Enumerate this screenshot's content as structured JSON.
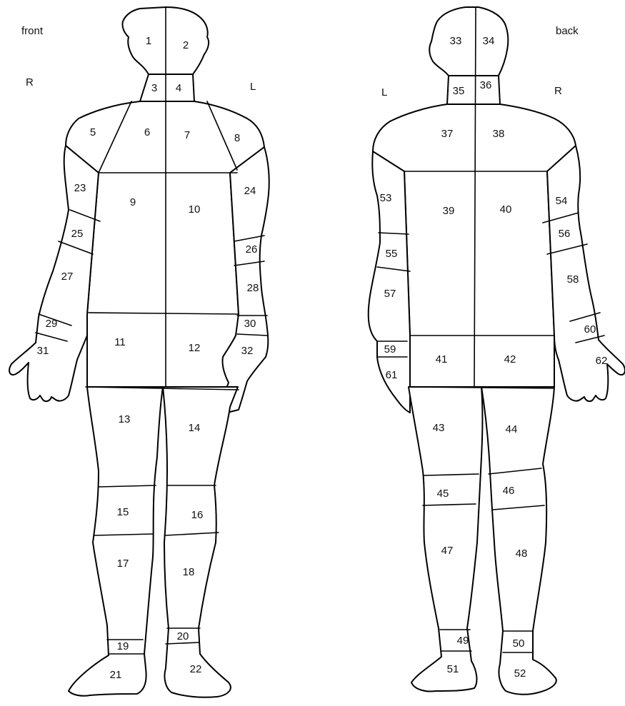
{
  "front": {
    "title": "front",
    "side_right": "R",
    "side_left": "L",
    "regions": [
      "1",
      "2",
      "3",
      "4",
      "5",
      "6",
      "7",
      "8",
      "9",
      "10",
      "11",
      "12",
      "13",
      "14",
      "15",
      "16",
      "17",
      "18",
      "19",
      "20",
      "21",
      "22",
      "23",
      "24",
      "25",
      "26",
      "27",
      "28",
      "29",
      "30",
      "31",
      "32"
    ]
  },
  "back": {
    "title": "back",
    "side_left": "L",
    "side_right": "R",
    "regions": [
      "33",
      "34",
      "35",
      "36",
      "37",
      "38",
      "39",
      "40",
      "41",
      "42",
      "43",
      "44",
      "45",
      "46",
      "47",
      "48",
      "49",
      "50",
      "51",
      "52",
      "53",
      "54",
      "55",
      "56",
      "57",
      "58",
      "59",
      "60",
      "61",
      "62"
    ]
  }
}
